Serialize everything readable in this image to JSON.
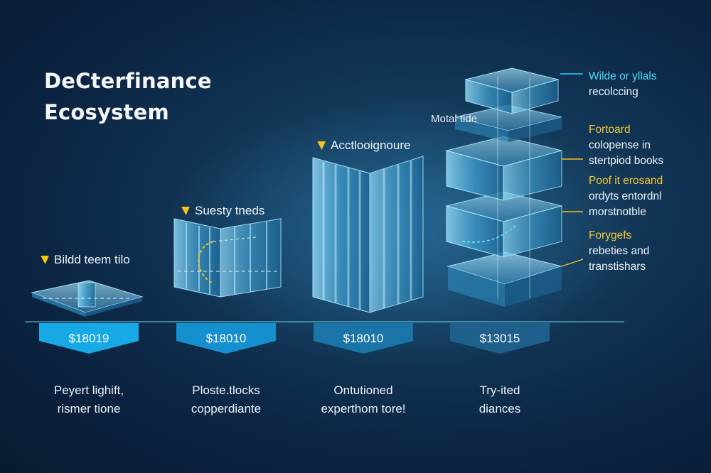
{
  "title": [
    "DeCterfinance",
    "Ecosystem"
  ],
  "stages": [
    {
      "label": "Bildd teem tilo",
      "price": "$18019",
      "caption": [
        "Peyert lighift,",
        "rismer tione"
      ]
    },
    {
      "label": "Suesty tneds",
      "price": "$18010",
      "caption": [
        "Ploste.tlocks",
        "copperdiante"
      ]
    },
    {
      "label": "Acctlooignoure",
      "price": "$18010",
      "caption": [
        "Ontutioned",
        "experthom tore!"
      ]
    },
    {
      "label": "Motal tide",
      "price": "$13015",
      "caption": [
        "Try-ited",
        "diances"
      ]
    }
  ],
  "side_notes": [
    {
      "head": "Wilde or yllals",
      "body": [
        "recolccing"
      ]
    },
    {
      "head": "Fortoard",
      "body": [
        "colopense in",
        "stertpiod books"
      ]
    },
    {
      "head": "Poof it erosand",
      "body": [
        "ordyts entordnl",
        "morstnotble"
      ]
    },
    {
      "head": "Forygefs",
      "body": [
        "rebeties and",
        "transtishars"
      ]
    }
  ],
  "colors": {
    "background": "#0b2340",
    "accent_cyan": "#2fd0f5",
    "accent_yellow": "#f5c219",
    "price_tag_bright": "#17a9e6",
    "price_tag_mid": "#1590cf",
    "price_tag_dark": "#1f5f8c"
  },
  "icons": [
    "warning-badge-icon"
  ]
}
